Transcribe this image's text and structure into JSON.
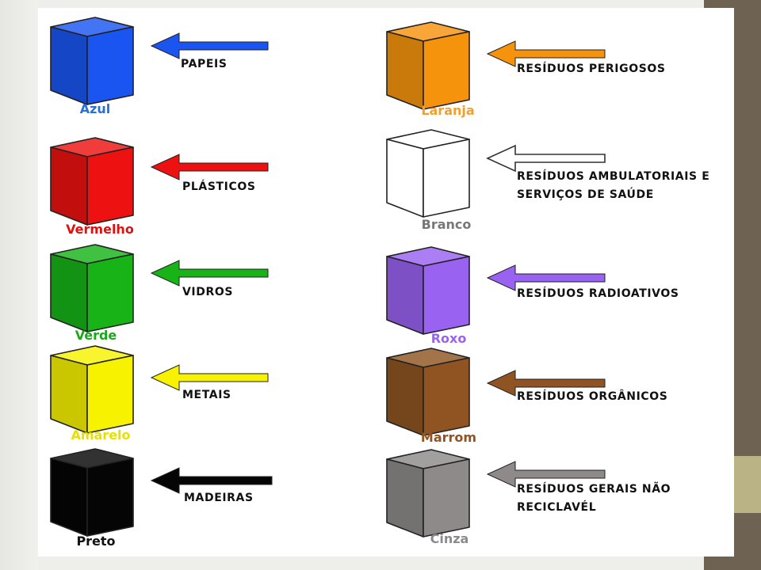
{
  "bins": [
    {
      "id": "azul",
      "color_name": "Azul",
      "category": [
        "PAPEIS"
      ],
      "color": "#1a55f2",
      "label_color": "#2a6fd6"
    },
    {
      "id": "vermelho",
      "color_name": "Vermelho",
      "category": [
        "PLÁSTICOS"
      ],
      "color": "#ee1111",
      "label_color": "#e01010"
    },
    {
      "id": "verde",
      "color_name": "Verde",
      "category": [
        "VIDROS"
      ],
      "color": "#17b317",
      "label_color": "#1aa81a"
    },
    {
      "id": "amarelo",
      "color_name": "Amarelo",
      "category": [
        "METAIS"
      ],
      "color": "#f6f200",
      "label_color": "#e8e000"
    },
    {
      "id": "preto",
      "color_name": "Preto",
      "category": [
        "MADEIRAS"
      ],
      "color": "#050505",
      "label_color": "#111111"
    },
    {
      "id": "laranja",
      "color_name": "Laranja",
      "category": [
        "RESÍDUOS PERIGOSOS"
      ],
      "color": "#f6930d",
      "label_color": "#f0a030"
    },
    {
      "id": "branco",
      "color_name": "Branco",
      "category": [
        "RESÍDUOS AMBULATORIAIS E",
        "SERVIÇOS DE SAÚDE"
      ],
      "color": "#ffffff",
      "label_color": "#777777"
    },
    {
      "id": "roxo",
      "color_name": "Roxo",
      "category": [
        "RESÍDUOS RADIOATIVOS"
      ],
      "color": "#9a62f0",
      "label_color": "#9a62f0"
    },
    {
      "id": "marrom",
      "color_name": "Marrom",
      "category": [
        "RESÍDUOS ORGÂNICOS"
      ],
      "color": "#8f5422",
      "label_color": "#8f5422"
    },
    {
      "id": "cinza",
      "color_name": "Cinza",
      "category": [
        "RESÍDUOS GERAIS NÃO",
        "RECICLAVÉL"
      ],
      "color": "#8e8a8a",
      "label_color": "#8a8a8a"
    }
  ]
}
